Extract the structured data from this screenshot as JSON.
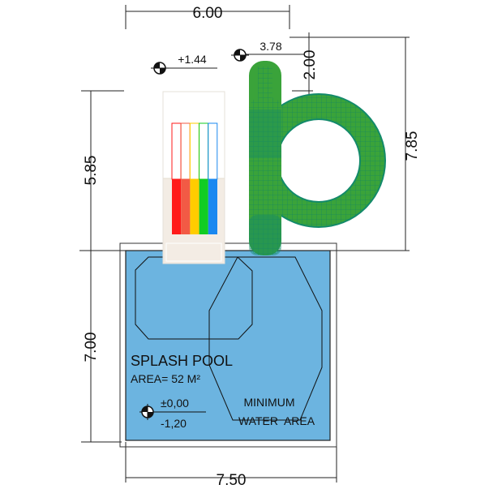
{
  "dimensions": {
    "top_width": "6.00",
    "bottom_width": "7.50",
    "left_upper": "5.85",
    "left_lower": "7.00",
    "right_total": "7.85",
    "tower_offset": "2.00",
    "tube_top_level": "3.78",
    "platform_level": "+1.44"
  },
  "pool": {
    "name": "SPLASH POOL",
    "area": "AREA= 52 M²",
    "level_top": "±0,00",
    "level_bottom": "-1,20",
    "zone_line1": "MINIMUM",
    "zone_line2": "WATER  AREA"
  },
  "colors": {
    "water": "#6cb4e0",
    "slide_green": "#3aa33a",
    "slide_teal": "#138a6a",
    "lanes": [
      "#ff1a1a",
      "#f25a45",
      "#ffcc00",
      "#11cc22",
      "#1a88f0"
    ]
  }
}
